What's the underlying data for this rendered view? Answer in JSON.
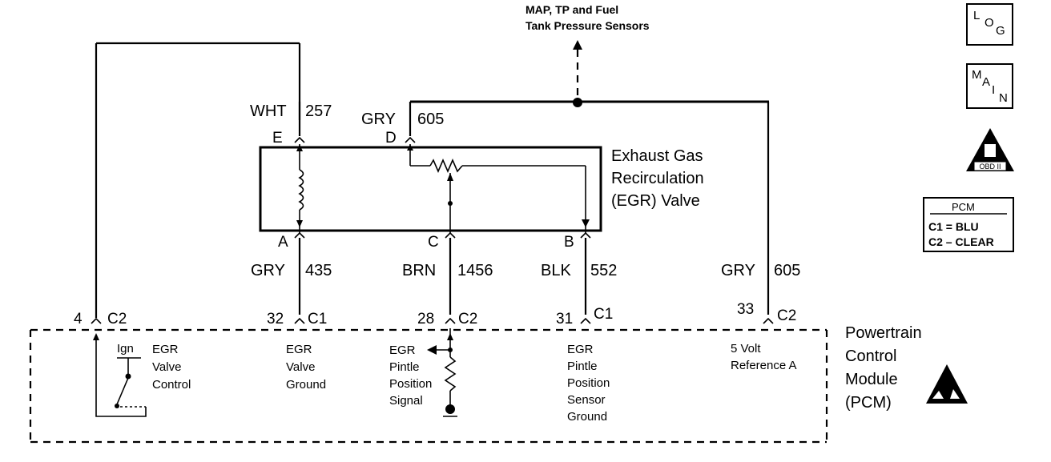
{
  "top_sensors": {
    "line1": "MAP, TP and Fuel",
    "line2": "Tank Pressure Sensors"
  },
  "wires": {
    "wht": {
      "color": "WHT",
      "circuit": "257"
    },
    "gry_d": {
      "color": "GRY",
      "circuit": "605"
    },
    "gry_a": {
      "color": "GRY",
      "circuit": "435"
    },
    "brn": {
      "color": "BRN",
      "circuit": "1456"
    },
    "blk": {
      "color": "BLK",
      "circuit": "552"
    },
    "gry_ref": {
      "color": "GRY",
      "circuit": "605"
    }
  },
  "egr_valve": {
    "line1": "Exhaust Gas",
    "line2": "Recirculation",
    "line3": "(EGR) Valve",
    "pin_e": "E",
    "pin_d": "D",
    "pin_a": "A",
    "pin_c": "C",
    "pin_b": "B"
  },
  "pcm_pins": {
    "p4": {
      "pin": "4",
      "conn": "C2"
    },
    "p32": {
      "pin": "32",
      "conn": "C1"
    },
    "p28": {
      "pin": "28",
      "conn": "C2"
    },
    "p31": {
      "pin": "31",
      "conn": "C1"
    },
    "p33": {
      "pin": "33",
      "conn": "C2"
    }
  },
  "pcm_functions": {
    "ign": "Ign",
    "valve_control": [
      "EGR",
      "Valve",
      "Control"
    ],
    "valve_ground": [
      "EGR",
      "Valve",
      "Ground"
    ],
    "pintle_signal": [
      "EGR",
      "Pintle",
      "Position",
      "Signal"
    ],
    "pintle_ground": [
      "EGR",
      "Pintle",
      "Position",
      "Sensor",
      "Ground"
    ],
    "reference": [
      "5 Volt",
      "Reference A"
    ]
  },
  "pcm_label": [
    "Powertrain",
    "Control",
    "Module",
    "(PCM)"
  ],
  "side_icons": {
    "log": {
      "a": "L",
      "b": "O",
      "c": "G"
    },
    "main": {
      "a": "M",
      "b": "A",
      "c": "I",
      "d": "N"
    },
    "obd": "OBD II"
  },
  "connector_legend": {
    "title": "PCM",
    "c1": "C1 = BLU",
    "c2": "C2 – CLEAR"
  }
}
